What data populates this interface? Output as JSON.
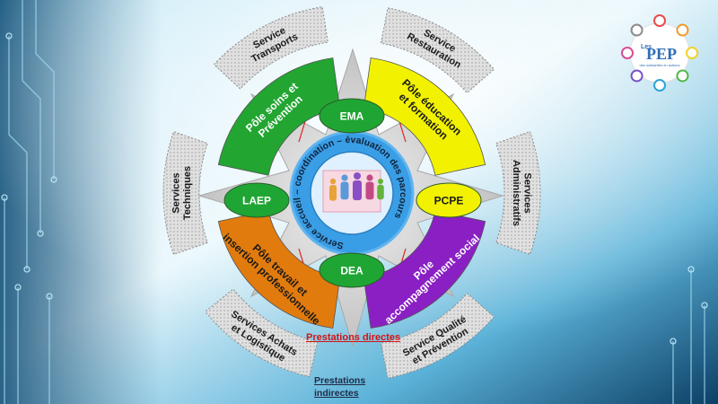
{
  "center": {
    "ring_text": "Service accueil – coordination – évaluation des parcours"
  },
  "inner_nodes": {
    "ema": "EMA",
    "laep": "LAEP",
    "pcpe": "PCPE",
    "dea": "DEA"
  },
  "poles": {
    "soins": [
      "Pôle soins et",
      "Prévention"
    ],
    "education": [
      "Pôle éducation",
      "et formation"
    ],
    "travail": [
      "Pôle travail et",
      "insertion professionnelle"
    ],
    "social": [
      "Pôle",
      "accompagnement social"
    ]
  },
  "services": {
    "transports": [
      "Service",
      "Transports"
    ],
    "restauration": [
      "Service",
      "Restauration"
    ],
    "techniques": [
      "Services",
      "Techniques"
    ],
    "administratifs": [
      "Services",
      "Administratifs"
    ],
    "achats": [
      "Services Achats",
      "et Logistique"
    ],
    "qualite": [
      "Service Qualité",
      "et Prévention"
    ]
  },
  "legend": {
    "direct": "Prestations directes",
    "indirect": "Prestations indirectes"
  },
  "logo": {
    "text": "Les PEP",
    "subtitle": "des solidarités en actions"
  },
  "colors": {
    "soins": "#22a531",
    "education": "#f2f200",
    "travail": "#e27b0d",
    "social": "#8a1fc4",
    "inner_node": "#1fa533",
    "ring": "#3aa0e8",
    "star": "#cfcfcf",
    "service_tab": "#d6d6d6"
  }
}
